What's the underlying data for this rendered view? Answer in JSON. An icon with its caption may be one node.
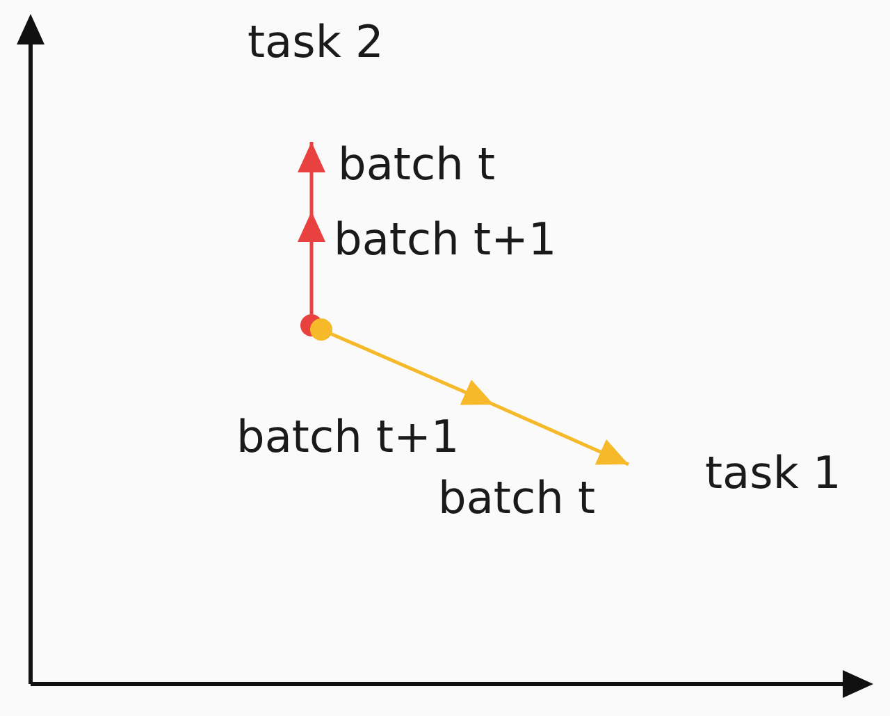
{
  "diagram": {
    "nodes": [
      {
        "text": [],
        "shape": "circle"
      },
      {
        "text": [],
        "shape": "circle"
      }
    ],
    "edges": [
      {
        "from": 0,
        "to": null,
        "arrow": "to",
        "color": "#e8413f"
      },
      {
        "from": 1,
        "to": null,
        "arrow": "to",
        "color": "#f5b92a"
      }
    ],
    "labels": [
      "task 2",
      "batch t",
      "batch t+1",
      "batch t+1",
      "task 1",
      "batch t"
    ]
  }
}
